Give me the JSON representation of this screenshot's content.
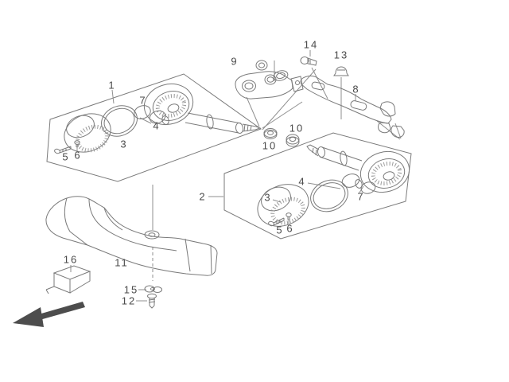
{
  "page": {
    "background": "#ffffff"
  },
  "diagram": {
    "line_color": "#7a7a7a",
    "label_color": "#4a4a4a",
    "arrow_color": "#4d4d4d",
    "callouts": {
      "c1": "1",
      "c2": "2",
      "c3a": "3",
      "c3b": "3",
      "c4a": "4",
      "c4b": "4",
      "c5a": "5",
      "c5b": "5",
      "c6a": "6",
      "c6b": "6",
      "c7a": "7",
      "c7b": "7",
      "c8": "8",
      "c9": "9",
      "c10a": "10",
      "c10b": "10",
      "c11": "11",
      "c12": "12",
      "c13": "13",
      "c14": "14",
      "c15": "15",
      "c16": "16"
    }
  }
}
